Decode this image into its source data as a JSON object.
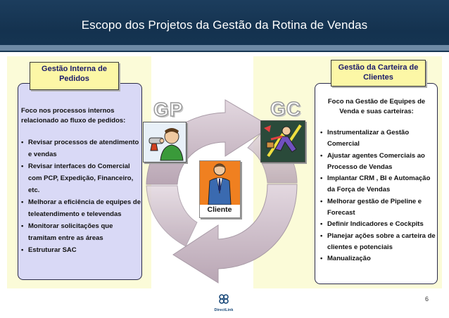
{
  "header": {
    "title": "Escopo dos Projetos da Gestão da Rotina de Vendas"
  },
  "left": {
    "label": "Gestão Interna de Pedidos",
    "badge": "GP",
    "intro": "Foco nos processos internos relacionado ao fluxo de pedidos:",
    "items": [
      "Revisar processos de atendimento e vendas",
      "Revisar interfaces do Comercial com PCP, Expedição, Financeiro, etc.",
      "Melhorar a eficiência de equipes de teleatendimento e televendas",
      "Monitorar solicitações que tramitam entre as áreas",
      "Estruturar SAC"
    ]
  },
  "right": {
    "label": "Gestão da Carteira de Clientes",
    "badge": "GC",
    "intro": "Foco na Gestão de Equipes de Venda e suas carteiras:",
    "items": [
      "Instrumentalizar a Gestão Comercial",
      "Ajustar agentes Comerciais ao Processo de Vendas",
      "Implantar CRM , BI e Automação da Força de Vendas",
      "Melhorar gestão de Pipeline e Forecast",
      "Definir Indicadores e Cockpits",
      "Planejar ações sobre a carteira de clientes e potenciais",
      "Manualização"
    ]
  },
  "center": {
    "client_label": "Cliente"
  },
  "footer": {
    "page": "6",
    "logo_text": "DirectLink"
  },
  "colors": {
    "header": "#163653",
    "panel_bg": "#fbfbd8",
    "label_bg": "#fcf7a6",
    "left_panel": "#d9d9f6",
    "arrow": "#c9b7c4"
  }
}
